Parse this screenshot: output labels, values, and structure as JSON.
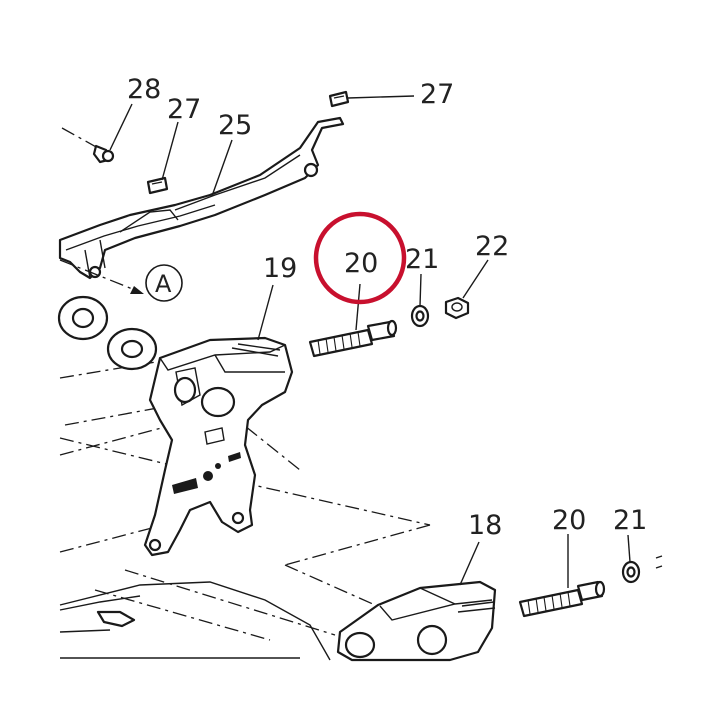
{
  "callouts": {
    "c28": "28",
    "c27_left": "27",
    "c27_right": "27",
    "c25": "25",
    "c20_top": "20",
    "c21_top": "21",
    "c22": "22",
    "c19": "19",
    "c18": "18",
    "c20_bottom": "20",
    "c21_bottom": "21",
    "view_marker": "A"
  },
  "colors": {
    "highlight_circle": "#c8102e",
    "line": "#1a1a1a"
  }
}
